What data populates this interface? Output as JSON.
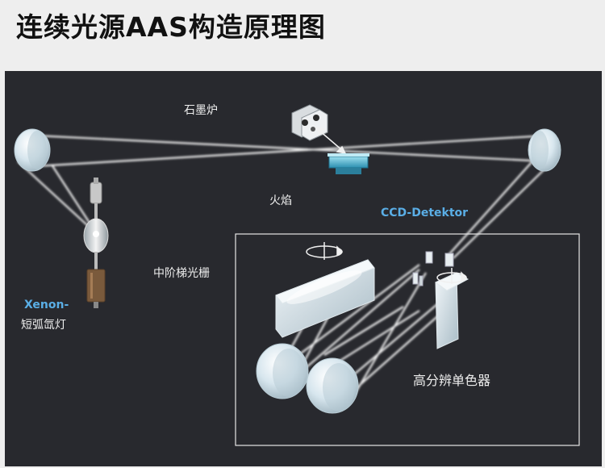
{
  "title": "连续光源AAS构造原理图",
  "labels": {
    "graphite_furnace": "石墨炉",
    "flame": "火焰",
    "ccd_detector": "CCD-Detektor",
    "echelle_grating": "中阶梯光栅",
    "xenon_line1": "Xenon-",
    "xenon_line2": "短弧氙灯",
    "monochromator": "高分辨单色器"
  },
  "colors": {
    "panel_bg": "#28292e",
    "beam": "#f0f0f0",
    "optic": "#cfe3ec",
    "accent_blue": "#5aaee6",
    "cell": "#3fb6d6"
  }
}
